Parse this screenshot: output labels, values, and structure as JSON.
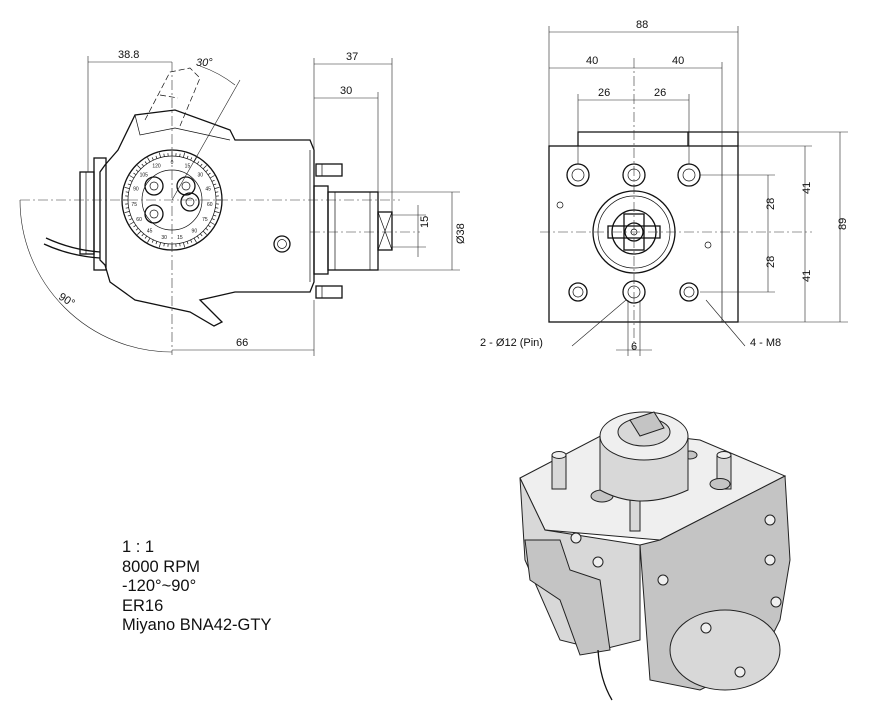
{
  "dimensions": {
    "side_width_38_8": "38.8",
    "side_angle_30": "30°",
    "side_37": "37",
    "side_30": "30",
    "side_15": "15",
    "side_dia38": "Ø38",
    "side_66": "66",
    "side_angle_90": "90°",
    "front_88": "88",
    "front_40_left": "40",
    "front_40_right": "40",
    "front_26_left": "26",
    "front_26_right": "26",
    "front_28_top": "28",
    "front_28_bottom": "28",
    "front_41_top": "41",
    "front_41_bottom": "41",
    "front_89": "89",
    "front_6": "6"
  },
  "callouts": {
    "pin": "2 - Ø12 (Pin)",
    "thread": "4 - M8"
  },
  "dial_ticks": [
    "0",
    "15",
    "30",
    "45",
    "60",
    "75",
    "90",
    "15",
    "30",
    "45",
    "60",
    "75",
    "90",
    "105",
    "120"
  ],
  "specs": {
    "scale": "1 : 1",
    "speed": "8000 RPM",
    "angle_range": "-120°~90°",
    "collet": "ER16",
    "machine": "Miyano BNA42-GTY"
  }
}
